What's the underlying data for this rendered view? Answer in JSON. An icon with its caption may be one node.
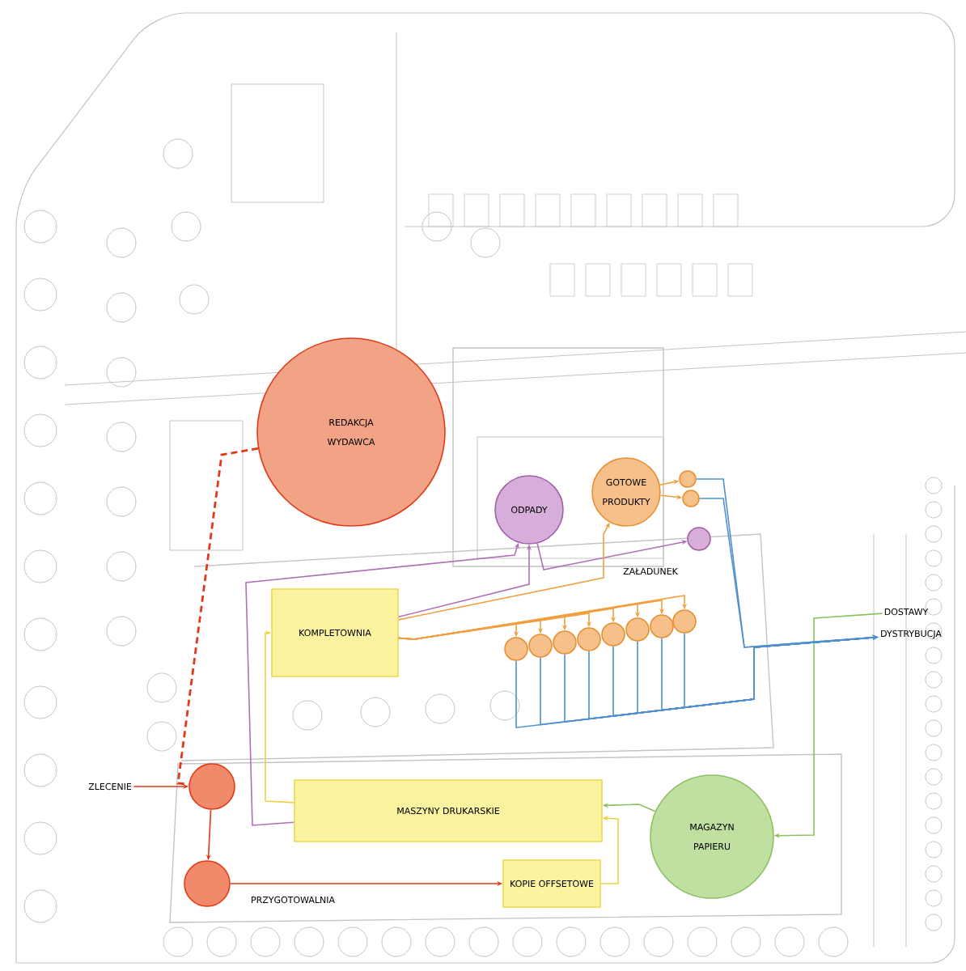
{
  "diagram": {
    "nodes": [
      {
        "text": [
          "REDAKCJA WYDAWCA"
        ]
      },
      {
        "text": [
          "ODPADY"
        ]
      },
      {
        "text": [
          "GOTOWE PRODUKTY"
        ]
      },
      {
        "text": [],
        "shape": "circle"
      },
      {
        "text": [],
        "shape": "circle"
      },
      {
        "text": [],
        "shape": "circle",
        "beside": [
          "ZAŁADUNEK"
        ]
      },
      {
        "text": [
          "DOSTAWY"
        ]
      },
      {
        "text": [
          "DYSTRYBUCJA"
        ]
      },
      {
        "text": [
          "KOMPLETOWNIA"
        ]
      },
      {
        "text": [],
        "shape": "circle"
      },
      {
        "text": [],
        "shape": "circle"
      },
      {
        "text": [],
        "shape": "circle"
      },
      {
        "text": [],
        "shape": "circle"
      },
      {
        "text": [],
        "shape": "circle"
      },
      {
        "text": [],
        "shape": "circle"
      },
      {
        "text": [],
        "shape": "circle"
      },
      {
        "text": [],
        "shape": "circle"
      },
      {
        "text": [
          "ZLECENIE"
        ]
      },
      {
        "text": [],
        "shape": "circle"
      },
      {
        "text": [
          "MASZYNY DRUKARSKIE"
        ]
      },
      {
        "text": [
          "MAGAZYN PAPIERU"
        ]
      },
      {
        "text": [],
        "shape": "circle",
        "beside": [
          "PRZYGOTOWALNIA"
        ]
      },
      {
        "text": [
          "KOPIE OFFSETOWE"
        ]
      }
    ],
    "edges": [
      {
        "from": 0,
        "to": 18,
        "arrow": "none",
        "style": "dashed",
        "color": "#e03a1a"
      },
      {
        "from": 17,
        "to": 18,
        "arrow": "to",
        "color": "#e03a1a"
      },
      {
        "from": 18,
        "to": 21,
        "arrow": "to",
        "color": "#e03a1a"
      },
      {
        "from": 21,
        "to": 22,
        "arrow": "to",
        "color": "#e03a1a"
      },
      {
        "from": 22,
        "to": 19,
        "arrow": "to",
        "color": "#f0d040"
      },
      {
        "from": 20,
        "to": 19,
        "arrow": "to",
        "color": "#8cc060"
      },
      {
        "from": 6,
        "to": 20,
        "arrow": "to",
        "color": "#8cc060"
      },
      {
        "from": 19,
        "to": 8,
        "arrow": "to",
        "color": "#f0d040"
      },
      {
        "from": 19,
        "to": 1,
        "arrow": "to",
        "color": "#b070b8"
      },
      {
        "from": 8,
        "to": 1,
        "arrow": "to",
        "color": "#b070b8"
      },
      {
        "from": 1,
        "to": 5,
        "arrow": "to",
        "color": "#b070b8"
      },
      {
        "from": 8,
        "to": 2,
        "arrow": "to",
        "color": "#f0a040"
      },
      {
        "from": 2,
        "to": 3,
        "arrow": "to",
        "color": "#f0a040"
      },
      {
        "from": 2,
        "to": 4,
        "arrow": "to",
        "color": "#f0a040"
      },
      {
        "from": 8,
        "to": 9,
        "arrow": "to",
        "color": "#f0a040"
      },
      {
        "from": 8,
        "to": 10,
        "arrow": "to",
        "color": "#f0a040"
      },
      {
        "from": 8,
        "to": 11,
        "arrow": "to",
        "color": "#f0a040"
      },
      {
        "from": 8,
        "to": 12,
        "arrow": "to",
        "color": "#f0a040"
      },
      {
        "from": 8,
        "to": 13,
        "arrow": "to",
        "color": "#f0a040"
      },
      {
        "from": 8,
        "to": 14,
        "arrow": "to",
        "color": "#f0a040"
      },
      {
        "from": 8,
        "to": 15,
        "arrow": "to",
        "color": "#f0a040"
      },
      {
        "from": 8,
        "to": 16,
        "arrow": "to",
        "color": "#f0a040"
      },
      {
        "from": 3,
        "to": 7,
        "arrow": "to",
        "color": "#5090d0"
      },
      {
        "from": 4,
        "to": 7,
        "arrow": "to",
        "color": "#5090d0"
      },
      {
        "from": 9,
        "to": 7,
        "arrow": "to",
        "color": "#5090d0"
      },
      {
        "from": 10,
        "to": 7,
        "arrow": "to",
        "color": "#5090d0"
      },
      {
        "from": 11,
        "to": 7,
        "arrow": "to",
        "color": "#5090d0"
      },
      {
        "from": 12,
        "to": 7,
        "arrow": "to",
        "color": "#5090d0"
      },
      {
        "from": 13,
        "to": 7,
        "arrow": "to",
        "color": "#5090d0"
      },
      {
        "from": 14,
        "to": 7,
        "arrow": "to",
        "color": "#5090d0"
      },
      {
        "from": 15,
        "to": 7,
        "arrow": "to",
        "color": "#5090d0"
      },
      {
        "from": 16,
        "to": 7,
        "arrow": "to",
        "color": "#5090d0"
      }
    ]
  }
}
